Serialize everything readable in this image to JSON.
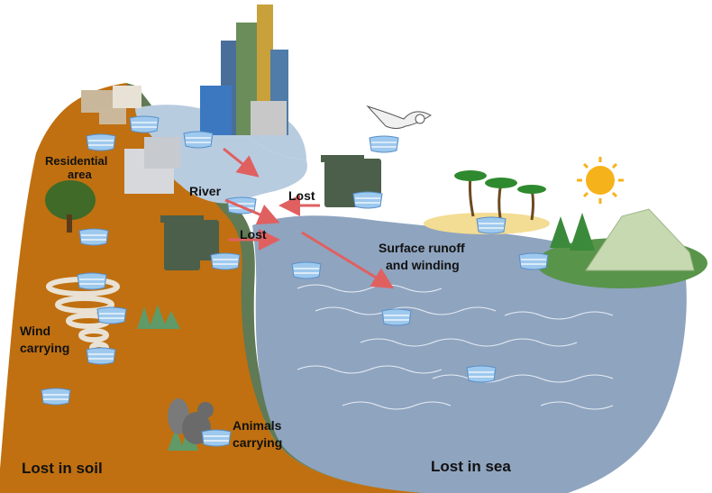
{
  "labels": {
    "residential_line1": "Residential",
    "residential_line2": "area",
    "river": "River",
    "lost_upper": "Lost",
    "lost_lower": "Lost",
    "surface_line1": "Surface runoff",
    "surface_line2": "and winding",
    "wind_line1": "Wind",
    "wind_line2": "carrying",
    "animals_line1": "Animals",
    "animals_line2": "carrying",
    "lost_in_soil": "Lost in soil",
    "lost_in_sea": "Lost in sea"
  },
  "colors": {
    "soil": "#c07010",
    "grass": "#5f7a55",
    "river": "#b8cce0",
    "sea": "#8fa4bf",
    "arrow": "#e06060",
    "sand": "#f3dc93",
    "island_grass": "#58944a",
    "mask": "#9ec9ee",
    "bin": "#4c5f4a",
    "sun": "#f6b21b"
  },
  "icons": [
    "building-icon",
    "house-icon",
    "tree-icon",
    "tornado-icon",
    "squirrel-icon",
    "seagull-icon",
    "trash-bin-icon",
    "palm-tree-icon",
    "sun-icon",
    "mountain-icon",
    "mask-icon"
  ]
}
